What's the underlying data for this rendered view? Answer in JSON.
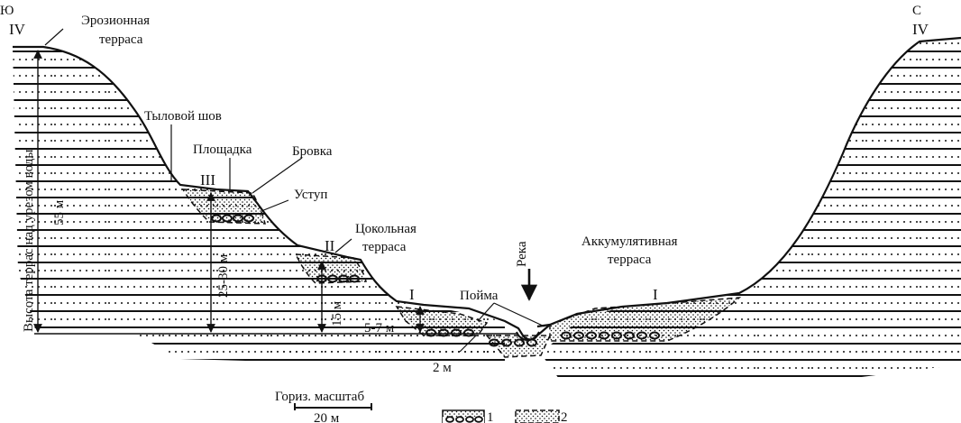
{
  "directions": {
    "south": "Ю",
    "north": "С"
  },
  "terrace_numbers": {
    "left_iv": "IV",
    "right_iv": "IV",
    "iii": "III",
    "ii": "II",
    "i_left": "I",
    "i_right": "I"
  },
  "labels": {
    "erosion_terrace": [
      "Эрозионная",
      "терраса"
    ],
    "rear_seam": "Тыловой шов",
    "platform": "Площадка",
    "edge": "Бровка",
    "ledge": "Уступ",
    "plinth_terrace": [
      "Цокольная",
      "терраса"
    ],
    "river": "Река",
    "floodplain": "Пойма",
    "accumulative_terrace": [
      "Аккумулятивная",
      "терраса"
    ]
  },
  "heights": {
    "axis_label": "Высота террас над урезом воды",
    "h55": "55 м",
    "h25_30": "25-30 м",
    "h15": "15 м",
    "h5_7": "5-7 м",
    "h2": "2 м"
  },
  "scale": {
    "title": "Гориз. масштаб",
    "value": "20 м"
  },
  "legend": [
    {
      "id": "1",
      "label": "1"
    },
    {
      "id": "2",
      "label": "2"
    }
  ],
  "colors": {
    "ink": "#111111",
    "background": "#ffffff"
  }
}
